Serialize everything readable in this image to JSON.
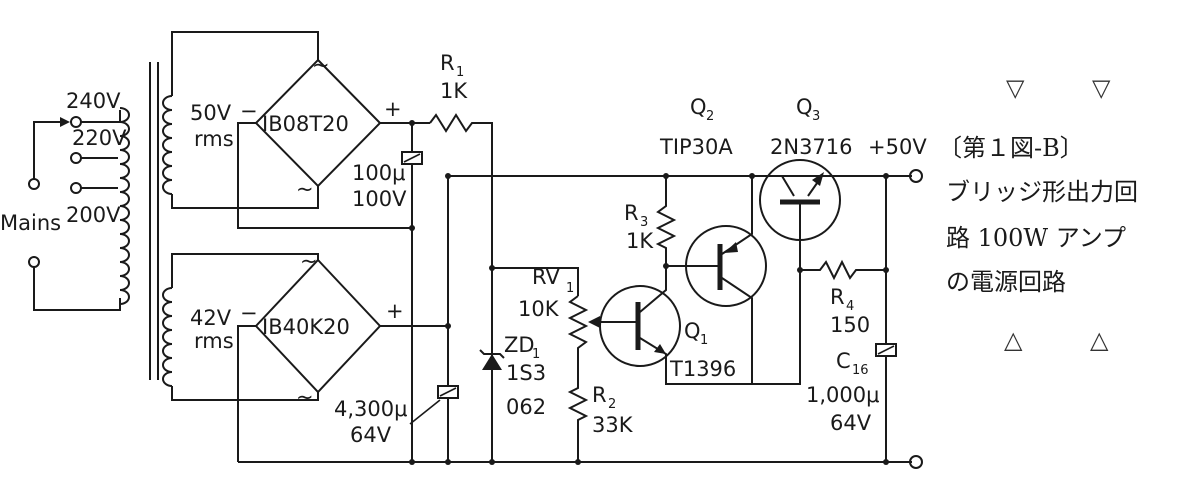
{
  "mains": {
    "label": "Mains",
    "taps": [
      "240V",
      "220V",
      "200V"
    ]
  },
  "secondary_upper": {
    "voltage": "50V",
    "unit": "rms"
  },
  "secondary_lower": {
    "voltage": "42V",
    "unit": "rms"
  },
  "bridge_upper": {
    "part": "IB08T20",
    "ac_mark": "~",
    "minus": "−",
    "plus": "+"
  },
  "bridge_lower": {
    "part": "IB40K20",
    "ac_mark": "~",
    "minus": "−",
    "plus": "+"
  },
  "cap_upper": {
    "value": "100μ",
    "voltage": "100V"
  },
  "cap_lower": {
    "value": "4,300μ",
    "voltage": "64V"
  },
  "r1": {
    "name": "R",
    "sub": "1",
    "value": "1K"
  },
  "r2": {
    "name": "R",
    "sub": "2",
    "value": "33K"
  },
  "r3": {
    "name": "R",
    "sub": "3",
    "value": "1K"
  },
  "r4": {
    "name": "R",
    "sub": "4",
    "value": "150"
  },
  "rv1": {
    "name": "RV",
    "sub": "1",
    "value": "10K"
  },
  "zd1": {
    "name": "ZD",
    "sub": "1",
    "part": "1S3",
    "part2": "062"
  },
  "q1": {
    "name": "Q",
    "sub": "1",
    "part": "T1396"
  },
  "q2": {
    "name": "Q",
    "sub": "2",
    "part": "TIP30A"
  },
  "q3": {
    "name": "Q",
    "sub": "3",
    "part": "2N3716"
  },
  "c16": {
    "name": "C",
    "sub": "16",
    "value": "1,000μ",
    "voltage": "64V"
  },
  "output": {
    "label": "+50V"
  },
  "caption": {
    "figure": "〔第１図-B〕",
    "line1": "ブリッジ形出力回",
    "line2": "路 100W アンプ",
    "line3": "の電源回路",
    "marks_top": [
      "▽",
      "▽"
    ],
    "marks_bottom": [
      "△",
      "△"
    ]
  }
}
